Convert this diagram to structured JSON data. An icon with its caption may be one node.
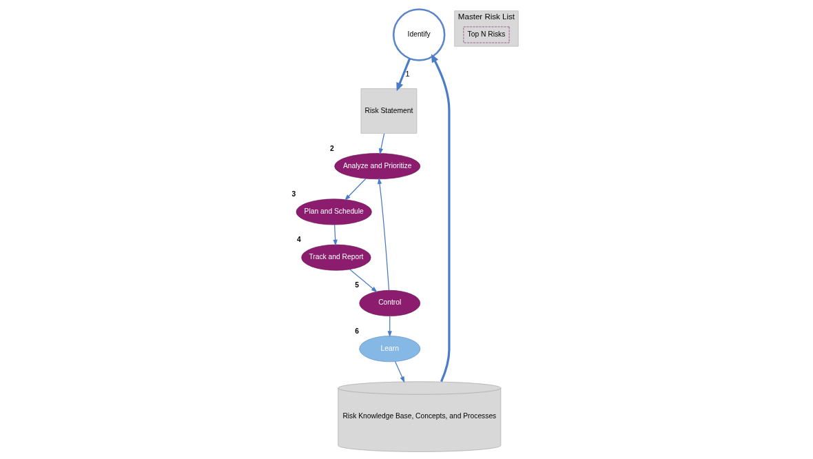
{
  "diagram": {
    "nodes": [
      {
        "text": [
          "Identify"
        ]
      },
      {
        "text": [
          "Risk Statement"
        ]
      },
      {
        "text": [
          "Analyze and Prioritize"
        ],
        "beside": [
          "2"
        ]
      },
      {
        "text": [
          "Plan and Schedule"
        ],
        "beside": [
          "3"
        ]
      },
      {
        "text": [
          "Track and Report"
        ],
        "beside": [
          "4"
        ]
      },
      {
        "text": [
          "Control"
        ],
        "beside": [
          "5"
        ]
      },
      {
        "text": [
          "Master Risk List"
        ]
      },
      {
        "text": [
          "Top N Risks"
        ],
        "in": 6
      },
      {
        "text": [
          "Learn"
        ],
        "beside": [
          "6"
        ]
      },
      {
        "text": [
          "Risk Knowledge Base, Concepts, and Processes"
        ]
      }
    ],
    "edges": [
      {
        "from": 0,
        "to": 1,
        "arrow": "to",
        "label": "1",
        "style": "thick"
      },
      {
        "from": 1,
        "to": 2,
        "arrow": "to"
      },
      {
        "from": 2,
        "to": 3,
        "arrow": "to"
      },
      {
        "from": 3,
        "to": 4,
        "arrow": "to"
      },
      {
        "from": 4,
        "to": 5,
        "arrow": "to"
      },
      {
        "from": 5,
        "to": 2,
        "arrow": "to"
      },
      {
        "from": 5,
        "to": 8,
        "arrow": "to"
      },
      {
        "from": 8,
        "to": 9,
        "arrow": "to"
      },
      {
        "from": 9,
        "to": 0,
        "arrow": "to",
        "style": "thick"
      }
    ]
  }
}
